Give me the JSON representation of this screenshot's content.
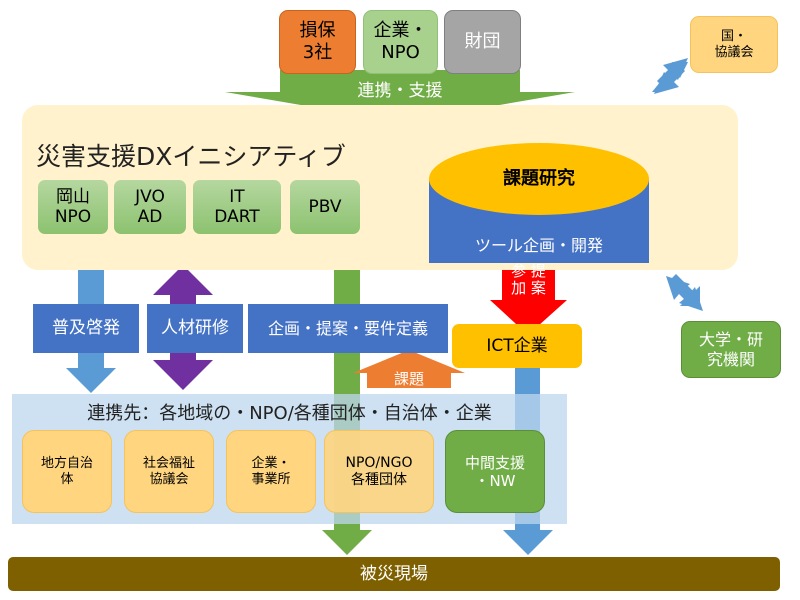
{
  "sponsors": [
    {
      "label": "損保\n3社",
      "color": "#ED7D31",
      "text_color": "#000000"
    },
    {
      "label": "企業・\nNPO",
      "color": "#A9D18E",
      "text_color": "#000000"
    },
    {
      "label": "財団",
      "color": "#A5A5A5",
      "text_color": "#ffffff"
    }
  ],
  "top_arrow_label": "連携・支援",
  "government": {
    "label": "国・\n協議会",
    "color": "#FFD580"
  },
  "university": {
    "label": "大学・研\n究機関",
    "color": "#70AD47"
  },
  "initiative": {
    "title": "災害支援DXイニシアティブ",
    "background": "#FFF2CC",
    "members": [
      {
        "label": "岡山\nNPO"
      },
      {
        "label": "JVO\nAD"
      },
      {
        "label": "IT\nDART"
      },
      {
        "label": "PBV"
      }
    ],
    "research": {
      "top_label": "課題研究",
      "bottom_label": "ツール企画・開発",
      "top_color": "#FFC000",
      "bottom_color": "#4472C4"
    }
  },
  "red_arrow_label": "参 提\n加 案",
  "ict_company": {
    "label": "ICT企業",
    "color": "#FFC000"
  },
  "middle_labels": {
    "dissemination": "普及啓発",
    "training": "人材研修",
    "planning": "企画・提案・要件定義",
    "issues": "課題"
  },
  "partners": {
    "title": "連携先：各地域の・NPO/各種団体・自治体・企業",
    "background": "#C9DDF0",
    "items": [
      {
        "label": "地方自治\n体",
        "color": "#FFD580"
      },
      {
        "label": "社会福祉\n協議会",
        "color": "#FFD580"
      },
      {
        "label": "企業・\n事業所",
        "color": "#FFD580"
      },
      {
        "label": "NPO/NGO\n各種団体",
        "color": "#FFD580"
      },
      {
        "label": "中間支援\n・NW",
        "color": "#70AD47"
      }
    ]
  },
  "disaster_site": {
    "label": "被災現場",
    "color": "#7F6000"
  }
}
